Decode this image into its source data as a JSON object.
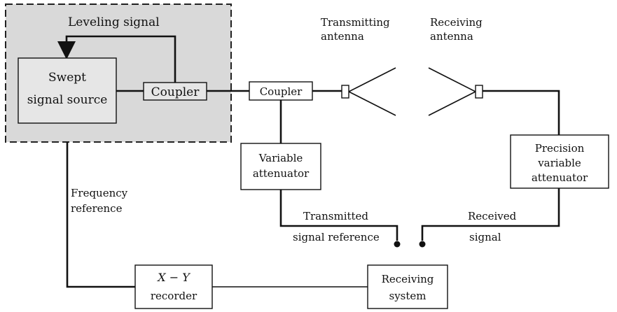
{
  "labels": {
    "leveling_signal": "Leveling signal",
    "swept_source": [
      "Swept",
      "signal source"
    ],
    "coupler_inner": "Coupler",
    "coupler_outer": "Coupler",
    "transmitting_antenna": [
      "Transmitting",
      "antenna"
    ],
    "receiving_antenna": [
      "Receiving",
      "antenna"
    ],
    "variable_attenuator": [
      "Variable",
      "attenuator"
    ],
    "precision_attenuator": [
      "Precision",
      "variable",
      "attenuator"
    ],
    "frequency_reference": [
      "Frequency",
      "reference"
    ],
    "transmitted_reference": [
      "Transmitted",
      "signal reference"
    ],
    "received_signal": [
      "Received",
      "signal"
    ],
    "xy_recorder": [
      "X − Y",
      "recorder"
    ],
    "receiving_system": [
      "Receiving",
      "system"
    ]
  }
}
